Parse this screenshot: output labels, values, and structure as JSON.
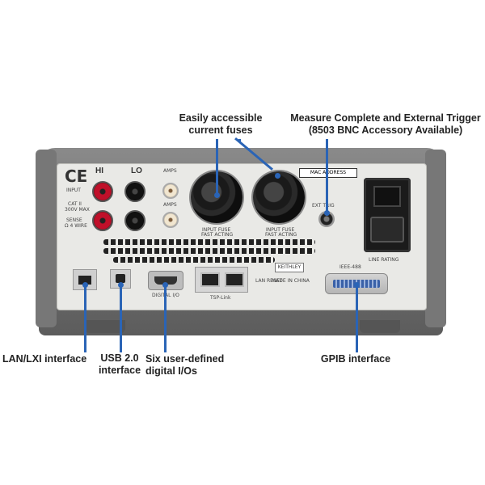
{
  "callouts": {
    "fuses": [
      "Easily accessible",
      "current fuses"
    ],
    "trigger": [
      "Measure Complete and External Trigger",
      "(8503 BNC Accessory Available)"
    ],
    "lan": "LAN/LXI interface",
    "usb": [
      "USB 2.0",
      "interface"
    ],
    "dio": [
      "Six user-defined",
      "digital I/Os"
    ],
    "gpib": "GPIB interface"
  },
  "panel_text": {
    "ce": "CE",
    "hi": "HI",
    "lo": "LO",
    "input": "INPUT",
    "cat": "CAT II",
    "max": "300V MAX",
    "sense": "SENSE",
    "wire": "Ω 4 WIRE",
    "amps": "AMPS",
    "mac": "MAC ADDRESS",
    "ext_trig": "EXT TRIG",
    "fuse_input": "INPUT FUSE",
    "fast_acting": "FAST ACTING",
    "digital_io": "DIGITAL I/O",
    "tsp_link": "TSP-Link",
    "lan_reset": "LAN RESET",
    "keithley": "KEITHLEY",
    "made_in": "MADE IN CHINA",
    "ieee": "IEEE-488",
    "line_rating": "LINE RATING"
  },
  "colors": {
    "leader": "#2a64b6",
    "input_red": "#c0102a"
  }
}
